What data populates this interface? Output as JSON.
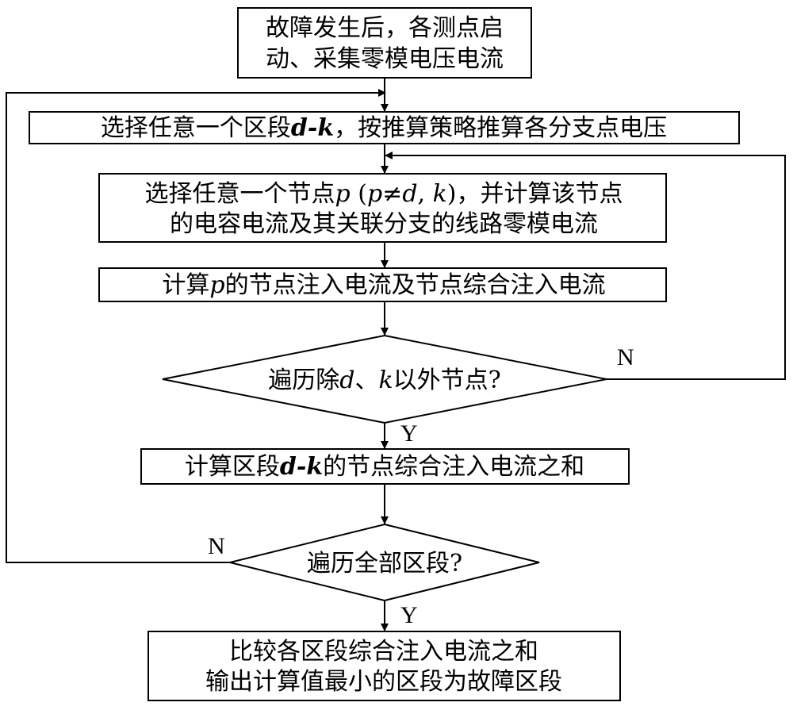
{
  "flowchart": {
    "start": {
      "line1": "故障发生后，各测点启",
      "line2": "动、采集零模电压电流"
    },
    "select_section": {
      "pre": "选择任意一个区段",
      "var": "d-k",
      "post": "，按推算策略推算各分支点电压"
    },
    "select_node": {
      "line1_pre": "选择任意一个节点",
      "var_p": "p",
      "paren_open": " (",
      "var_p2": "p",
      "neq": "≠",
      "var_d": "d",
      "comma": ", ",
      "var_k": "k",
      "line1_post": ")，并计算该节点",
      "line2": "的电容电流及其关联分支的线路零模电流"
    },
    "calc_node_current": {
      "pre": "计算",
      "var": "p",
      "post": "的节点注入电流及节点综合注入电流"
    },
    "decision_nodes": {
      "pre": "遍历除",
      "var_d": "d",
      "mid": "、",
      "var_k": "k",
      "post": "以外节点?"
    },
    "calc_section_sum": {
      "pre": "计算区段",
      "var": "d-k",
      "post": "的节点综合注入电流之和"
    },
    "decision_sections": {
      "text": "遍历全部区段?"
    },
    "output": {
      "line1": "比较各区段综合注入电流之和",
      "line2": "输出计算值最小的区段为故障区段"
    },
    "labels": {
      "yes": "Y",
      "no": "N"
    }
  }
}
